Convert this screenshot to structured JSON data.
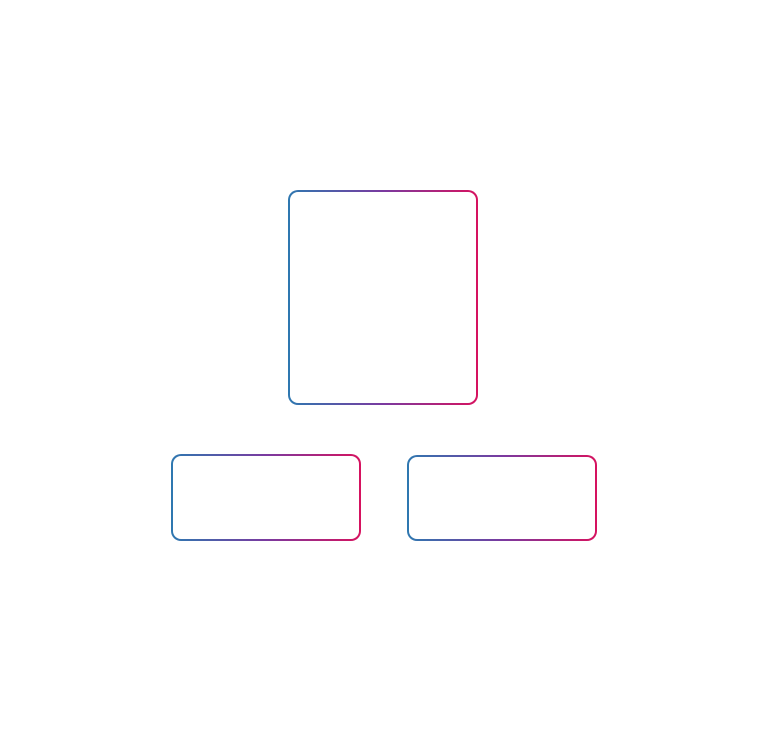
{
  "diagram": {
    "nodes": [
      {
        "id": "top"
      },
      {
        "id": "left"
      },
      {
        "id": "right"
      }
    ],
    "colors": {
      "border_gradient_start": "#2e78b0",
      "border_gradient_mid": "#7a3aa0",
      "border_gradient_end": "#d6125f",
      "background": "#ffffff"
    }
  }
}
